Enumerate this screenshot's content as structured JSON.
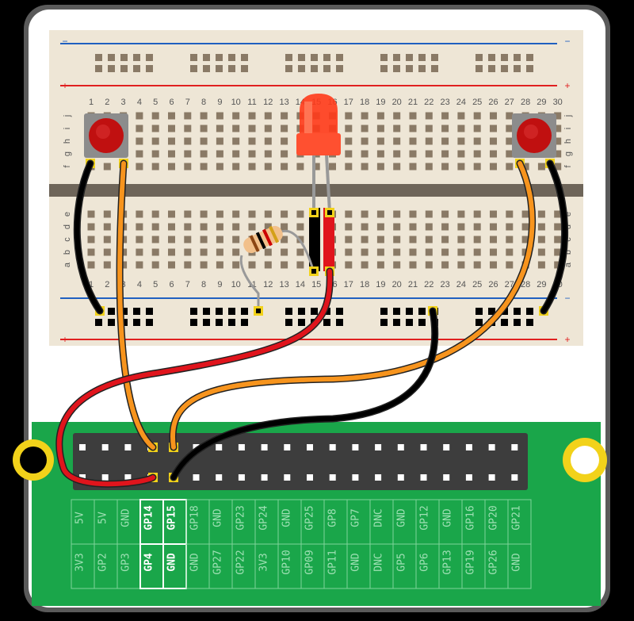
{
  "breadboard": {
    "column_numbers": [
      "1",
      "2",
      "3",
      "4",
      "5",
      "6",
      "7",
      "8",
      "9",
      "10",
      "11",
      "12",
      "13",
      "14",
      "15",
      "16",
      "17",
      "18",
      "19",
      "20",
      "21",
      "22",
      "23",
      "24",
      "25",
      "26",
      "27",
      "28",
      "29",
      "30"
    ],
    "row_letters_top": [
      "j",
      "i",
      "h",
      "g",
      "f"
    ],
    "row_letters_bottom": [
      "e",
      "d",
      "c",
      "b",
      "a"
    ],
    "rail_minus": "−",
    "rail_plus": "+"
  },
  "pico_header": {
    "top_row_labels": [
      "5V",
      "5V",
      "GND",
      "GP14",
      "GP18",
      "GND",
      "GP23",
      "GP24",
      "GND",
      "GP25",
      "GP8",
      "GP7",
      "DNC",
      "GND",
      "GP12",
      "GND",
      "GP16",
      "GP20",
      "GP21"
    ],
    "bottom_row_labels": [
      "3V3",
      "GP2",
      "GP3",
      "GP4",
      "GND",
      "GP27",
      "GP22",
      "3V3",
      "GP10",
      "GP09",
      "GP11",
      "GND",
      "DNC",
      "GP5",
      "GP6",
      "GP13",
      "GP19",
      "GP26",
      "GND"
    ],
    "highlighted_top": [
      "GP14",
      "GP15"
    ],
    "highlighted_bottom": [
      "GP4",
      "GND"
    ]
  },
  "colors": {
    "frame": "#e6e6e6",
    "breadboard": "#eee6d6",
    "hole": "#8a7a66",
    "board_green": "#1aa64a",
    "header_black": "#3a3a3a",
    "rail_red": "#e02020",
    "rail_blue": "#2060c0",
    "wire_black": "#000000",
    "wire_orange": "#f7941d",
    "wire_red": "#e0141c",
    "led_red": "#ff3a1a",
    "button_red": "#c01010",
    "mount_hole_yellow": "#f2d21a"
  }
}
